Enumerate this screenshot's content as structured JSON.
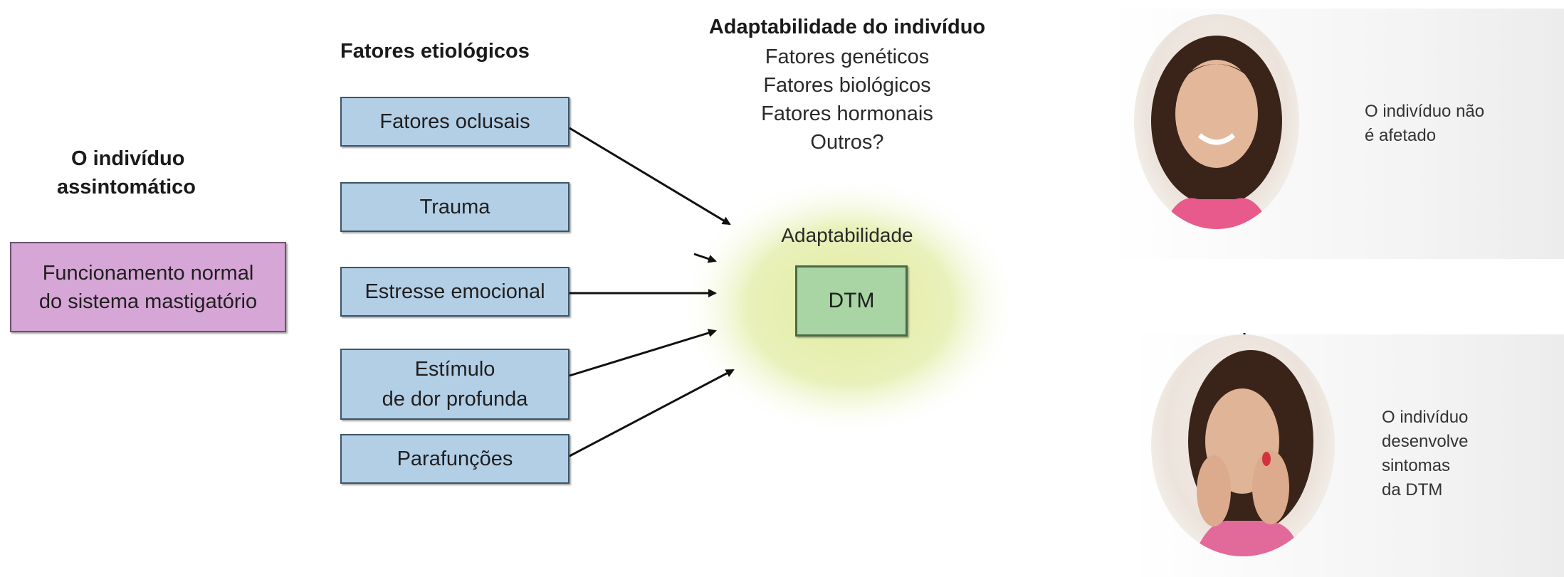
{
  "left": {
    "title_line1": "O indivíduo",
    "title_line2": "assintomático",
    "normal_box_line1": "Funcionamento normal",
    "normal_box_line2": "do sistema mastigatório"
  },
  "etiologic": {
    "heading": "Fatores etiológicos",
    "factors": [
      {
        "line1": "Fatores oclusais",
        "line2": ""
      },
      {
        "line1": "Trauma",
        "line2": ""
      },
      {
        "line1": "Estresse emocional",
        "line2": ""
      },
      {
        "line1": "Estímulo",
        "line2": "de dor profunda"
      },
      {
        "line1": "Parafunções",
        "line2": ""
      }
    ]
  },
  "adaptability": {
    "heading": "Adaptabilidade do indivíduo",
    "items": [
      "Fatores genéticos",
      "Fatores biológicos",
      "Fatores hormonais",
      "Outros?"
    ],
    "circle_label": "Adaptabilidade",
    "center_box": "DTM"
  },
  "outcomes": {
    "not_affected_line1": "O indivíduo não",
    "not_affected_line2": "é afetado",
    "symptoms_lines": [
      "O indivíduo",
      "desenvolve",
      "sintomas",
      "da DTM"
    ]
  },
  "colors": {
    "normal_box": "#d6a6d6",
    "factor_box": "#b3cfe6",
    "dtm_box": "#a8d5a3",
    "adapt_glow": "#e7f0b4"
  }
}
